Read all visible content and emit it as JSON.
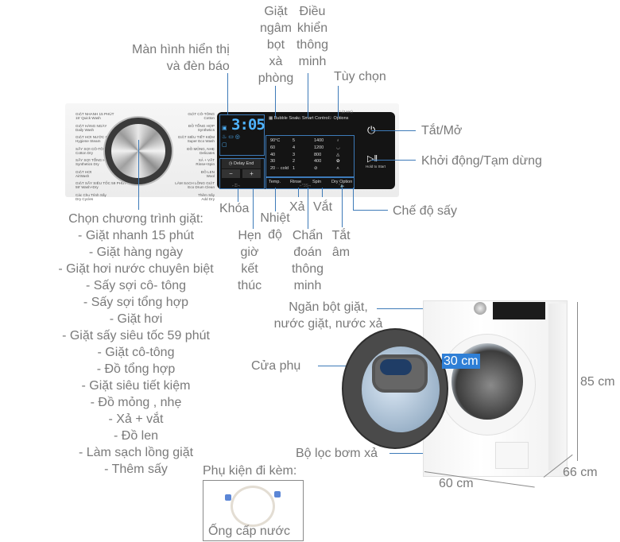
{
  "callouts": {
    "display": [
      "Màn hình hiển thị",
      "và đèn báo"
    ],
    "bubble_soak": [
      "Giặt",
      "ngâm",
      "bọt",
      "xà",
      "phòng"
    ],
    "smart_control": [
      "Điều",
      "khiển",
      "thông",
      "minh"
    ],
    "options": "Tùy chọn",
    "power": "Tắt/Mở",
    "start_pause": "Khởi động/Tạm dừng",
    "dry_mode": "Chế độ sấy",
    "lock": "Khóa",
    "delay_end": [
      "Hẹn",
      "giờ",
      "kết",
      "thúc"
    ],
    "temp": [
      "Nhiệt",
      "độ"
    ],
    "rinse": "Xả",
    "spin": "Vắt",
    "smart_check": [
      "Chẩn",
      "đoán",
      "thông",
      "minh"
    ],
    "mute": [
      "Tắt",
      "âm"
    ],
    "detergent_drawer": [
      "Ngăn bột giặt,",
      "nước giặt, nước xả"
    ],
    "add_door": "Cửa phụ",
    "drain_filter": "Bộ lọc bơm xả",
    "drum_diameter": "30 cm",
    "height": "85 cm",
    "depth": "66 cm",
    "width": "60 cm"
  },
  "programs": {
    "title": "Chọn chương trình giặt:",
    "items": [
      "- Giặt nhanh 15 phút",
      "- Giặt hàng ngày",
      "- Giặt hơi nước chuyên biệt",
      "- Sấy sợi cô- tông",
      "- Sấy sợi tổng hợp",
      "- Giặt hơi",
      "- Giặt sấy siêu tốc 59 phút",
      "- Giặt cô-tông",
      "- Đồ tổng hợp",
      "- Giặt siêu tiết kiệm",
      "- Đồ mỏng , nhẹ",
      "- Xả + vắt",
      "- Đồ len",
      "- Làm sạch lồng giặt",
      "- Thêm sấy"
    ]
  },
  "accessories": {
    "title": "Phụ kiện đi kèm:",
    "item": "Ống cấp nước"
  },
  "panel": {
    "dial_left": [
      [
        "GIẶT NHANH 15 PHÚT",
        "15' Quick Wash"
      ],
      [
        "GIẶT HÀNG NGÀY",
        "Daily Wash"
      ],
      [
        "GIẶT HƠI NƯỚC CHUYÊN BIỆT",
        "Hygiene Steam"
      ],
      [
        "SẤY SỢI CÔ-TÔNG",
        "Cotton Dry"
      ],
      [
        "SẤY SỢI TỔNG HỢP",
        "Synthetics Dry"
      ],
      [
        "GIẶT HƠI",
        "AirWash"
      ],
      [
        "GIẶT SẤY SIÊU TỐC 59 PHÚT",
        "59' Wash+Dry"
      ]
    ],
    "dial_left_extra": [
      "Các Chu Trình Sấy",
      "Dry Cycles"
    ],
    "dial_right": [
      [
        "GIẶT CÔ-TÔNG",
        "Cotton"
      ],
      [
        "ĐỒ TỔNG HỢP",
        "Synthetics"
      ],
      [
        "GIẶT SIÊU TIẾT KIỆM",
        "Super Eco Wash"
      ],
      [
        "ĐỒ MỎNG, NHẸ",
        "Delicates"
      ],
      [
        "XẢ + VẮT",
        "Rinse+Spin"
      ],
      [
        "ĐỒ LEN",
        "Wool"
      ],
      [
        "LÀM SẠCH LỒNG GIẶT",
        "Eco Drum Clean"
      ],
      [
        "Thêm Sấy",
        "Add Dry"
      ]
    ],
    "time": "3:05",
    "delay_end_label": "Delay End",
    "minus": "−",
    "plus": "+",
    "bubble_soak": "Bubble Soak",
    "smart_control": "Smart Control",
    "options": "Options",
    "options_hint": "* (3 sec)",
    "temp_col": [
      "90°C",
      "60",
      "40",
      "30",
      "20 ·· cold"
    ],
    "rinse_col": [
      "5",
      "4",
      "3",
      "2",
      "1"
    ],
    "spin_col": [
      "1400",
      "1200",
      "800",
      "400",
      "⊘"
    ],
    "buttons": [
      "Temp.",
      "Rinse",
      "Spin",
      "Dry Option"
    ],
    "hold_start": "Hold to Start",
    "lock_mark": "⌐⚿¬",
    "smart_check_mark": "⌐*3S¬",
    "mute_mark": "*🔈"
  }
}
